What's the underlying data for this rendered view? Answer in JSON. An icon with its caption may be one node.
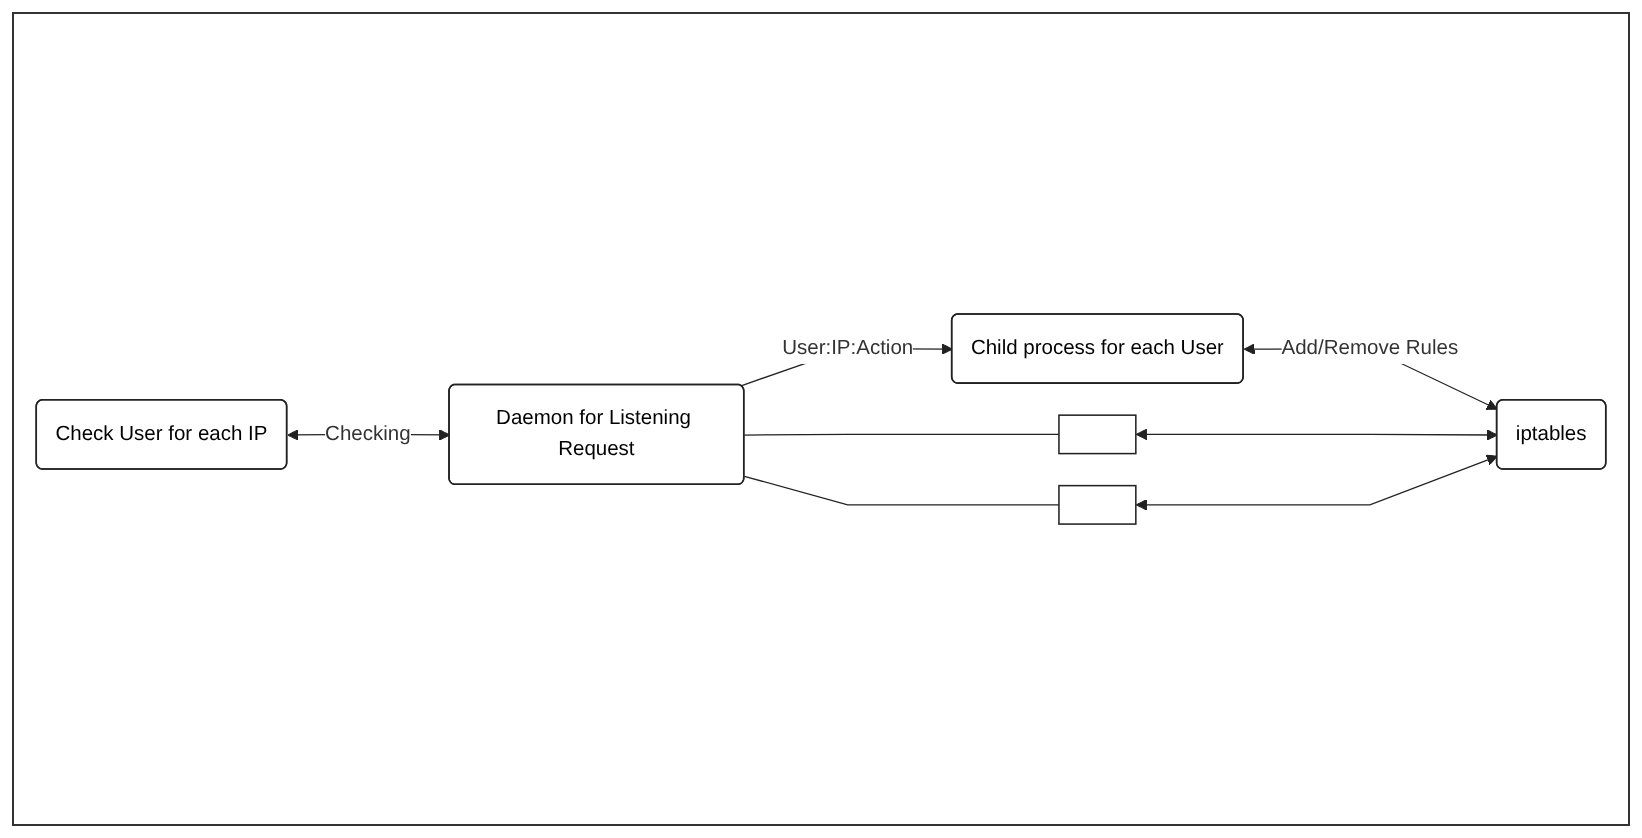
{
  "diagram": {
    "nodes": [
      {
        "text": [
          "Check User for each IP"
        ]
      },
      {
        "text": [
          "Daemon for Listening Request"
        ]
      },
      {
        "text": [
          "Child process for each User"
        ]
      },
      {
        "text": [],
        "shape": "box"
      },
      {
        "text": [],
        "shape": "box"
      },
      {
        "text": [
          "iptables"
        ]
      }
    ],
    "edges": [
      {
        "from": 0,
        "to": 1,
        "arrow": "both",
        "label": "Checking"
      },
      {
        "from": 1,
        "to": 2,
        "arrow": "to",
        "label": "User:IP:Action"
      },
      {
        "from": 1,
        "to": 3,
        "arrow": "none"
      },
      {
        "from": 1,
        "to": 4,
        "arrow": "none"
      },
      {
        "from": 2,
        "to": 5,
        "arrow": "both",
        "label": "Add/Remove Rules"
      },
      {
        "from": 3,
        "to": 5,
        "arrow": "both"
      },
      {
        "from": 4,
        "to": 5,
        "arrow": "both"
      }
    ]
  }
}
